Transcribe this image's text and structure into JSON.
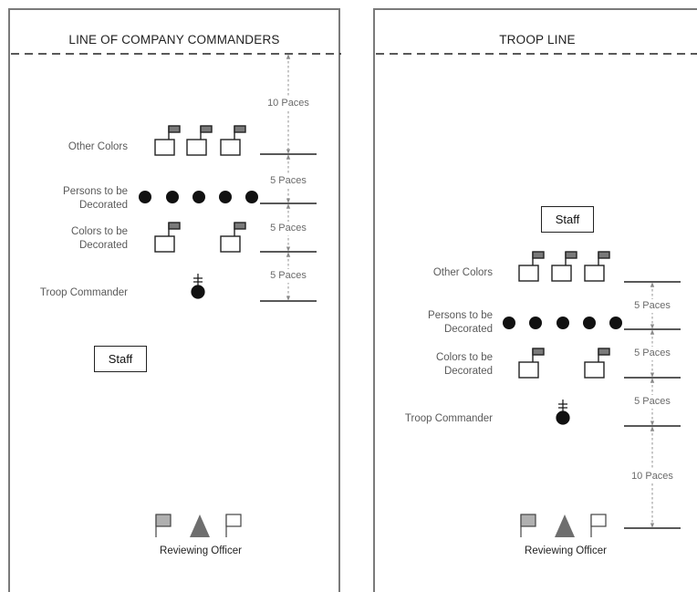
{
  "left_panel": {
    "title": "LINE OF COMPANY COMMANDERS",
    "labels": {
      "other_colors": "Other Colors",
      "persons_to_be_decorated": "Persons to be\nDecorated",
      "colors_to_be_decorated": "Colors to be\nDecorated",
      "troop_commander": "Troop Commander"
    },
    "paces": [
      "10 Paces",
      "5 Paces",
      "5 Paces",
      "5 Paces"
    ],
    "staff": "Staff",
    "reviewing_officer": "Reviewing Officer"
  },
  "right_panel": {
    "title": "TROOP LINE",
    "labels": {
      "other_colors": "Other Colors",
      "persons_to_be_decorated": "Persons to be\nDecorated",
      "colors_to_be_decorated": "Colors to be\nDecorated",
      "troop_commander": "Troop Commander"
    },
    "paces": [
      "5 Paces",
      "5 Paces",
      "5 Paces",
      "10 Paces"
    ],
    "staff": "Staff",
    "reviewing_officer": "Reviewing Officer"
  },
  "colors": {
    "border": "#7a7a7a",
    "flag_fill": "#7a7a7a",
    "guidon_fill": "#b0b0b0",
    "arrow": "#9a9a9a"
  }
}
